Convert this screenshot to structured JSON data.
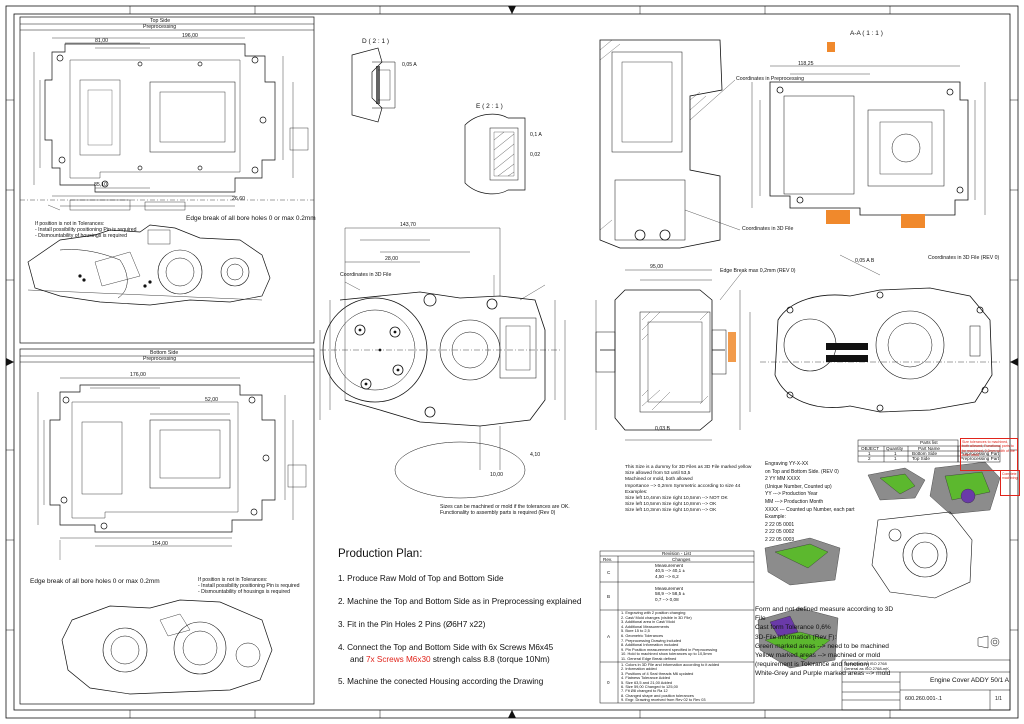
{
  "sheet": {
    "top_panel": {
      "title": "Top Side",
      "subtitle": "Preprocessing"
    },
    "bottom_panel": {
      "title": "Bottom Side",
      "subtitle": "Preprocessing"
    },
    "top_notes": [
      "If position is not in Tolerances:",
      "- Install possibility positioning Pin is required",
      "- Dismountability of housings is required"
    ],
    "bottom_notes": [
      "If position is not in Tolerances:",
      "- Install possibility positioning Pin is required",
      "- Dismountability of housings is required"
    ],
    "edge_break_top": "Edge break of all bore holes 0 or max 0.2mm",
    "edge_break_bottom": "Edge break of all bore holes 0 or max 0.2mm",
    "view_d": "D ( 2 : 1 )",
    "view_e": "E ( 2 : 1 )",
    "view_aa": "A-A ( 1 : 1 )",
    "coords_preprocessing": "Coordinates in Preprocessing",
    "coords_3d_1": "Coordinates in 3D File",
    "coords_3d_2": "Coordinates in 3D File",
    "coords_3d_rev": "Coordinates in 3D File (REV 0)",
    "edge_break_note": "Edge Break max 0,2mm (REV 0)",
    "scale_note": "Sizes can be machined or mold if the tolerances are OK. Functionality to assembly parts is required (Rev 0)",
    "callout_values": {
      "c1": "0,05 A",
      "c2": "0,1 A",
      "c3": "0,02",
      "c4": "0,03 B",
      "c5": "0,05 A B"
    },
    "dims": {
      "d1": "196,00",
      "d2": "81,00",
      "d3": "85,10",
      "d4": "52,00",
      "d5": "176,00",
      "d6": "143,70",
      "d7": "118,25",
      "d8": "95,00",
      "d9": "28,00",
      "d10": "10,00",
      "d11": "4,10",
      "d12": "154,00",
      "d13": "26,60"
    }
  },
  "info_block": [
    "This Size is a dummy for 3D Files as 3D File marked yellow",
    "Size allowed from 53 until 53,5",
    "Machined or mold, both allowed",
    "Importance --> 0,2mm Symmetric according to size 44",
    "Examples:",
    "Size left 10,4mm Size right 10,5mm --> NOT OK",
    "Size left 10,5mm Size right 10,8mm --> OK",
    "Size left 10,3mm Size right 10,5mm --> OK"
  ],
  "engraving": [
    "Engraving YY-X-XX",
    "on Top and Bottom Side. (REV 0)",
    "2 YY MM XXXX",
    "(Unique Number, Counted up)",
    "YY ---> Production Year",
    "MM ---> Production Month",
    "XXXX --- Counted up Number, each part",
    "Example:",
    "2 22 05 0001",
    "2 22 05 0002",
    "2 22 05 0003"
  ],
  "production_plan": {
    "title": "Production Plan:",
    "steps": [
      {
        "no": "1.",
        "text": "Produce Raw Mold of Top and Bottom Side"
      },
      {
        "no": "2.",
        "text": "Machine the Top and Bottom Side as in Preprocessing explained"
      },
      {
        "no": "3.",
        "text": "Fit in the Pin Holes 2 Pins (Ø6H7 x22)"
      },
      {
        "no": "4.",
        "text_a": "Connect the Top and Bottom Side with 6x Screws M6x45",
        "text_b_pre": "and ",
        "text_b_red1": "7x Screws ",
        "text_b_red2": "M6x30",
        "text_b_post": " strengh calss 8.8 (torque 10Nm)"
      },
      {
        "no": "5.",
        "text": "Machine the conected Housing according the Drawing"
      }
    ]
  },
  "revision_table": {
    "title": "Revision - List",
    "headers": [
      "Rev.",
      "Changes"
    ],
    "rows": [
      {
        "rev": "C",
        "text": "Measurement\n40,5 --> 40,1 ±\n4,50 --> 6,2"
      },
      {
        "rev": "B",
        "text": "Measurement\n58,9 --> 58,5 ±\n0,7 --> 0,08"
      },
      {
        "rev": "A",
        "text": "1. Engraving with 2 position changing\n2. Cast/ Mold changes (visible in 3D File)\n3. Additional area in Cast/ Mold\n4. Additional Measurements\n5. Bore 15 to 2,5\n6. Geometric Tolerances\n7. Preprocessing Drawing included\n8. Additional Information included\n9. Pin Position measurement specified in Preprocessing\n10. Hold to machined show tolerances up to 10,5mm\n11. General Edge Break defined"
      },
      {
        "rev": "0",
        "text": "1. Colors in 3D File and information according to it added\n2. Information added\n3. Positions of 4 Seal threads M6 updated\n4. Flatness Tolerance Added\n5. Size 63,5 and 21,00 Added\n6. Size 59,00 Changed to 125,00\n7. Fit Ø8 changed to Ra 12\n8. Changed shape and position tolerances\n9. Engr. Drawing received from Rev 02 to Rev 03"
      }
    ]
  },
  "parts_list": {
    "title": "Parts list",
    "headers": [
      "OBJECT",
      "Quantity",
      "Part Name"
    ],
    "rows": [
      {
        "obj": "1",
        "qty": "1",
        "name": "Bottom Side"
      },
      {
        "obj": "2",
        "qty": "1",
        "name": "Top Side"
      }
    ],
    "extra_headers": [
      "Preprocessing Part"
    ],
    "extra_rows": [
      "Preprocessing Part"
    ]
  },
  "notes": [
    "Form and not defined measure according to 3D",
    "File",
    "Cast form Tolerance 0,6%",
    "3D-File information (Rev F):",
    "Green marked areas --> need to be machined",
    "Yellow marked areas --> machined or mold",
    "(requirement is Tolerance and function)",
    "White-Grey and Purple marked areas --> mold"
  ],
  "red_callout": "Size tolerances to machined, both allowed, Functional parts to be machined, 0,3mm width of the outer mold",
  "red_callout2": "Complete machining",
  "title_block": {
    "tolerances": "Tolerances as ISO 2768\nGeneral as ISO 2768-mK",
    "title": "Engine Cover ADDY 50/1 A",
    "drawing_no": "600.260.001-.1",
    "sheet": "1/1"
  },
  "colors": {
    "line": "#111111",
    "orange": "#f0892c",
    "green": "#5cb82e",
    "purple": "#6a3aa8",
    "red": "#e0241b",
    "grey": "#8c8c8c"
  }
}
